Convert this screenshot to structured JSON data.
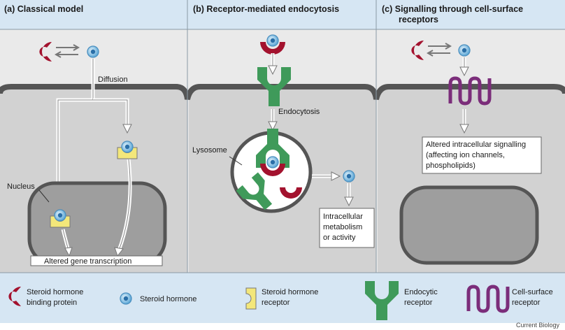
{
  "panels": {
    "a": {
      "title": "(a) Classical model",
      "diffusion": "Diffusion",
      "nucleus": "Nucleus",
      "gene": "Altered gene transcription"
    },
    "b": {
      "title": "(b) Receptor-mediated endocytosis",
      "endocytosis": "Endocytosis",
      "lysosome": "Lysosome",
      "metab": [
        "Intracellular",
        "metabolism",
        "or activity"
      ]
    },
    "c": {
      "title_lines": [
        "(c)  Signalling through cell-surface",
        "receptors"
      ],
      "signalling": [
        "Altered intracellular signalling",
        "(affecting ion channels,",
        "phospholipids)"
      ]
    }
  },
  "legend": {
    "binding_protein": [
      "Steroid hormone",
      "binding protein"
    ],
    "hormone": "Steroid hormone",
    "receptor": [
      "Steroid hormone",
      "receptor"
    ],
    "endocytic": [
      "Endocytic",
      "receptor"
    ],
    "surface": [
      "Cell-surface",
      "receptor"
    ]
  },
  "credit": "Current Biology",
  "colors": {
    "header": "#d6e6f3",
    "cell": "#d2d2d2",
    "membrane": "#555555",
    "binding_protein": "#a3122e",
    "hormone": "#6fb7e0",
    "receptor": "#f3e77a",
    "endocytic": "#3f9a5a",
    "surface": "#7b2d7a"
  }
}
